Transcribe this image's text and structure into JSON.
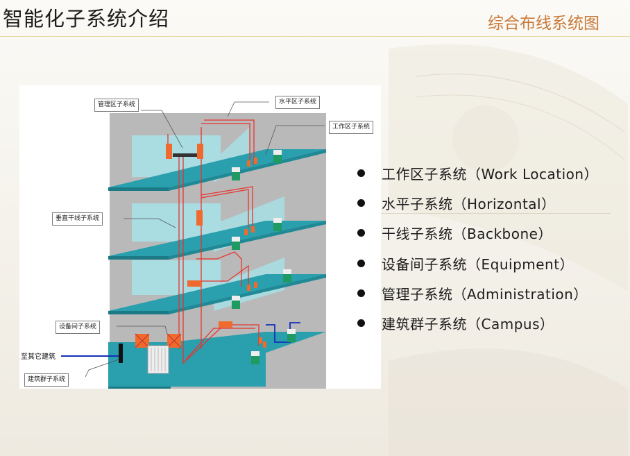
{
  "slide": {
    "title": "智能化子系统介绍",
    "subtitle": "综合布线系统图"
  },
  "diagram": {
    "callouts": {
      "management": "管理区子系统",
      "horizontal": "水平区子系统",
      "work_area": "工作区子系统",
      "backbone": "垂直干线子系统",
      "equipment": "设备间子系统",
      "campus": "建筑群子系统"
    },
    "external_label": "至其它建筑"
  },
  "bullets": [
    "工作区子系统（Work Location）",
    "水平子系统（Horizontal）",
    "干线子系统（Backbone）",
    "设备间子系统（Equipment）",
    "管理子系统（Administration）",
    "建筑群子系统（Campus）"
  ],
  "colors": {
    "floor": "#2a9fae",
    "wall": "#a9dde2",
    "cable_red": "#e8332c",
    "module_orange": "#ef6a2c",
    "outlet_green": "#1f9a63",
    "subtitle": "#c97a3a"
  }
}
